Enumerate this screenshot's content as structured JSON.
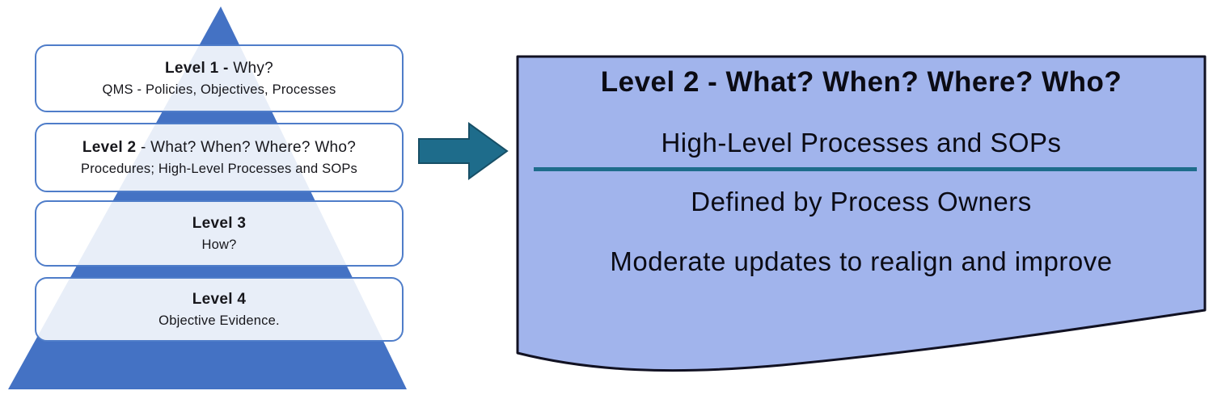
{
  "pyramid": {
    "levels": [
      {
        "title_bold": "Level 1 - ",
        "title_rest": "Why?",
        "subtitle": "QMS - Policies, Objectives, Processes"
      },
      {
        "title_bold": "Level 2",
        "title_rest": " - What? When? Where? Who?",
        "subtitle": "Procedures; High-Level Processes and SOPs"
      },
      {
        "title_bold": "Level 3",
        "title_rest": "",
        "subtitle": "How?"
      },
      {
        "title_bold": "Level 4",
        "title_rest": "",
        "subtitle": "Objective Evidence."
      }
    ],
    "colors": {
      "triangle": "#4472C4",
      "box_border": "#4F7DC9"
    }
  },
  "arrow": {
    "icon": "right-block-arrow",
    "color": "#1E6C8B"
  },
  "panel": {
    "title": "Level 2 - What? When? Where? Who?",
    "lines": [
      "High-Level Processes and SOPs",
      "Defined by Process Owners",
      "Moderate updates to realign and improve"
    ],
    "colors": {
      "fill": "#A1B4EC",
      "border": "#111122",
      "divider": "#1E6C8B"
    }
  }
}
